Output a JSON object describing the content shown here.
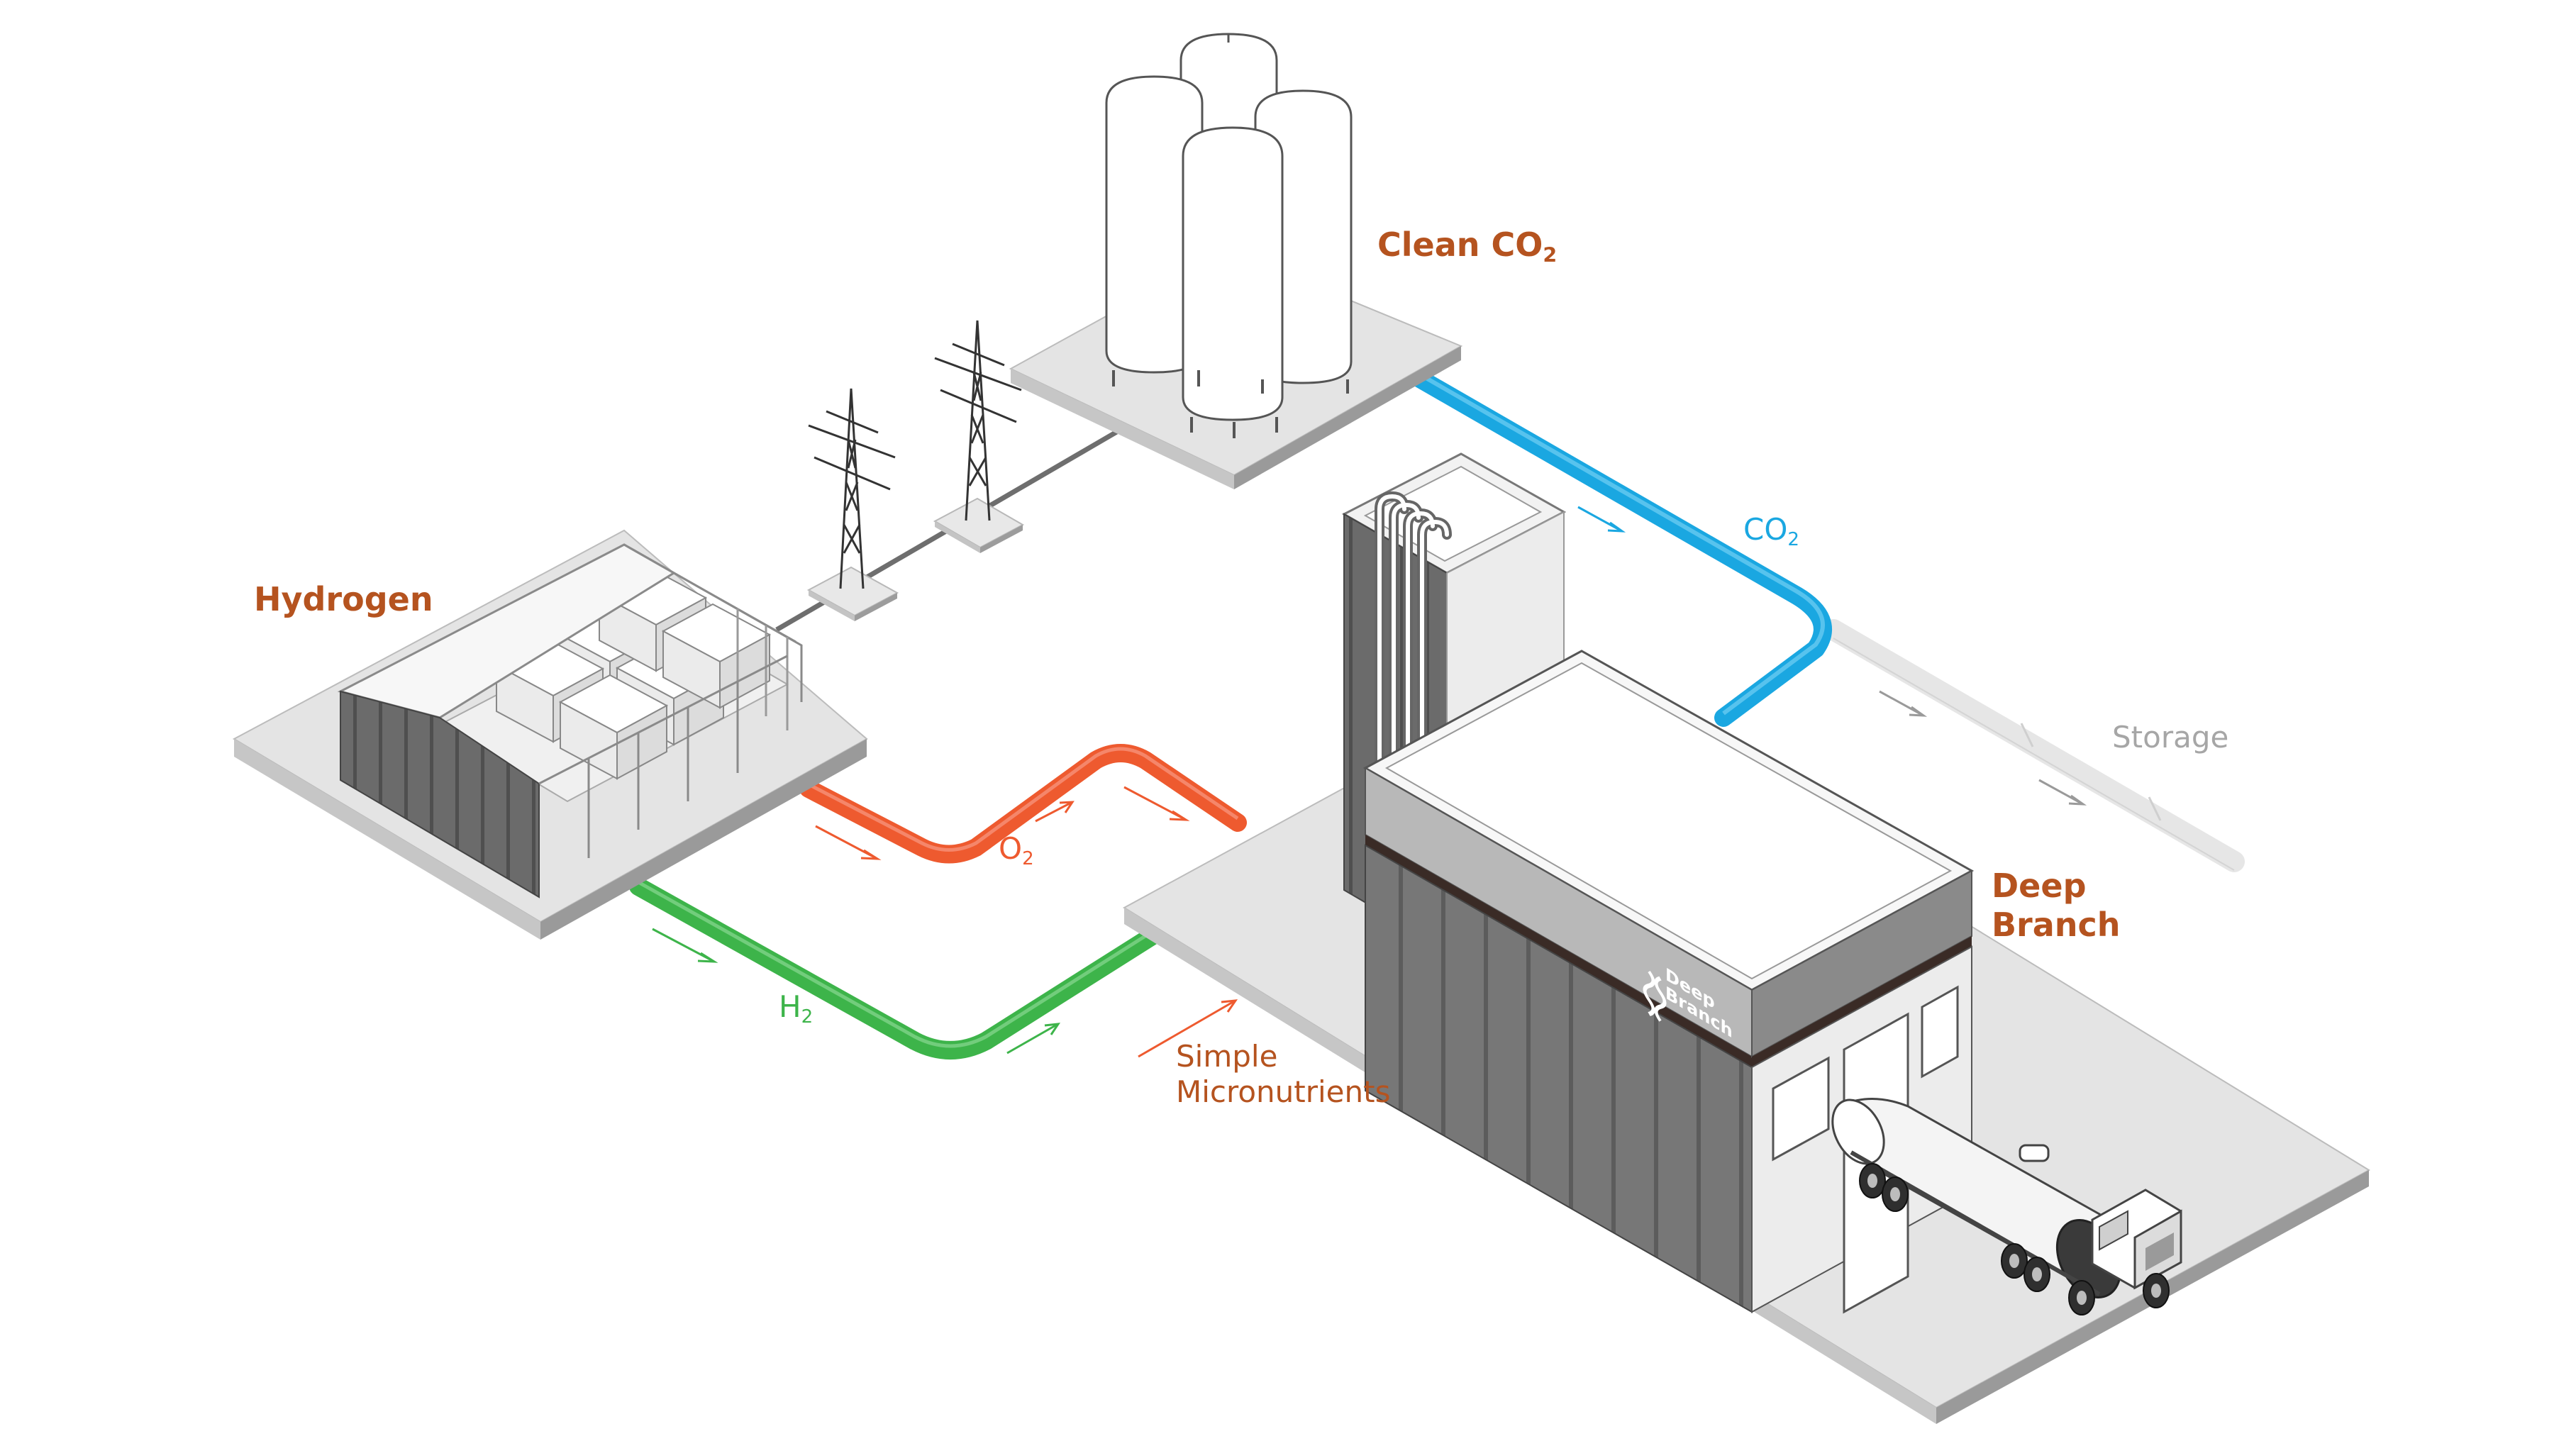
{
  "labels": {
    "clean_co2": {
      "main": "Clean CO",
      "sub": "2"
    },
    "hydrogen": "Hydrogen",
    "co2_flow": {
      "main": "CO",
      "sub": "2"
    },
    "storage": "Storage",
    "deep_branch": {
      "line1": "Deep",
      "line2": "Branch"
    },
    "o2_flow": {
      "main": "O",
      "sub": "2"
    },
    "h2_flow": {
      "main": "H",
      "sub": "2"
    },
    "micronutrients": {
      "line1": "Simple",
      "line2": "Micronutrients"
    }
  },
  "signage": {
    "line1": "Deep",
    "line2": "Branch"
  },
  "icons": [
    "logo-icon",
    "flow-arrow-icon",
    "pylon-icon",
    "tank-icon",
    "truck-icon"
  ],
  "colors": {
    "label_accent": "#b5531f",
    "co2_pipe": "#1aa7e1",
    "o2_pipe": "#ee5a2f",
    "h2_pipe": "#3db44a",
    "storage_text": "#a6a6a6",
    "wall_dark": "#6b6b6b",
    "platform": "#e8e8e8"
  }
}
